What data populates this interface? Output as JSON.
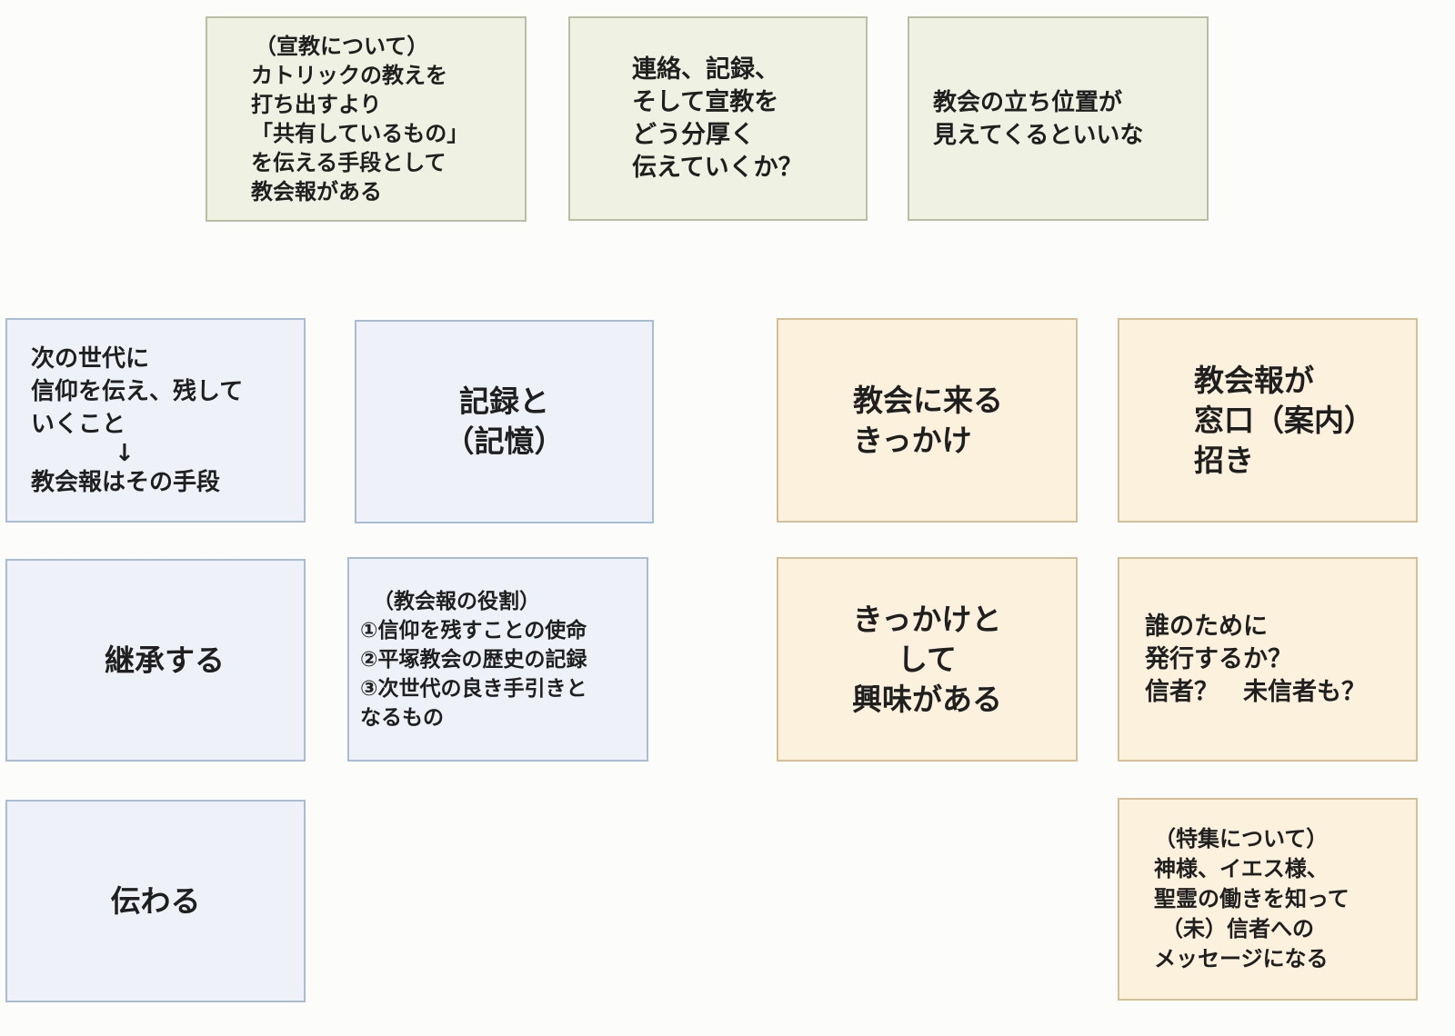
{
  "notes": {
    "top": [
      {
        "lines": [
          "（宣教について）",
          "カトリックの教えを",
          "打ち出すより",
          "「共有しているもの」",
          "を伝える手段として",
          "教会報がある"
        ]
      },
      {
        "lines": [
          "連絡、記録、",
          "そして宣教を",
          "どう分厚く",
          "伝えていくか？"
        ]
      },
      {
        "lines": [
          "教会の立ち位置が",
          "見えてくるといいな"
        ]
      }
    ],
    "blue": [
      {
        "lines": [
          "次の世代に",
          "信仰を伝え、残して",
          "いくこと",
          "↓",
          "教会報はその手段"
        ]
      },
      {
        "lines": [
          "記録と",
          "（記憶）"
        ]
      },
      {
        "lines": [
          "継承する"
        ]
      },
      {
        "lines": [
          "（教会報の役割）",
          "①信仰を残すことの使命",
          "②平塚教会の歴史の記録",
          "③次世代の良き手引きと",
          "なるもの"
        ]
      },
      {
        "lines": [
          "伝わる"
        ]
      }
    ],
    "orange": [
      {
        "lines": [
          "教会に来る",
          "きっかけ"
        ]
      },
      {
        "lines": [
          "教会報が",
          "窓口（案内）",
          "招き"
        ]
      },
      {
        "lines": [
          "きっかけと",
          "して",
          "興味がある"
        ]
      },
      {
        "lines": [
          "誰のために",
          "発行するか？",
          "信者？　未信者も？"
        ]
      },
      {
        "lines": [
          "（特集について）",
          "神様、イエス様、",
          "聖霊の働きを知って",
          "（未）信者への",
          "メッセージになる"
        ]
      }
    ]
  },
  "colors": {
    "green_note": "#eff2e3",
    "blue_note": "#eef2f8",
    "orange_note": "#fbf1dd"
  }
}
